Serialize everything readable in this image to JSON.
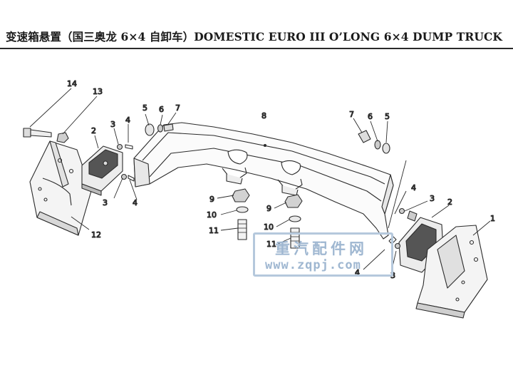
{
  "title": "变速箱悬置（国三奥龙 6×4 自卸车）DOMESTIC EURO III O’LONG 6×4 DUMP TRUCK",
  "watermark": {
    "cn": "重汽配件网",
    "url": "www.zqpj.com"
  },
  "callouts": [
    {
      "id": "c14",
      "text": "14"
    },
    {
      "id": "c13",
      "text": "13"
    },
    {
      "id": "c2a",
      "text": "2"
    },
    {
      "id": "c3a",
      "text": "3"
    },
    {
      "id": "c4a",
      "text": "4"
    },
    {
      "id": "c5a",
      "text": "5"
    },
    {
      "id": "c6a",
      "text": "6"
    },
    {
      "id": "c7a",
      "text": "7"
    },
    {
      "id": "c8",
      "text": "8"
    },
    {
      "id": "c7b",
      "text": "7"
    },
    {
      "id": "c6b",
      "text": "6"
    },
    {
      "id": "c5b",
      "text": "5"
    },
    {
      "id": "c3b",
      "text": "3"
    },
    {
      "id": "c4b",
      "text": "4"
    },
    {
      "id": "c12",
      "text": "12"
    },
    {
      "id": "c9a",
      "text": "9"
    },
    {
      "id": "c10a",
      "text": "10"
    },
    {
      "id": "c11a",
      "text": "11"
    },
    {
      "id": "c9b",
      "text": "9"
    },
    {
      "id": "c10b",
      "text": "10"
    },
    {
      "id": "c11b",
      "text": "11"
    },
    {
      "id": "c4c",
      "text": "4"
    },
    {
      "id": "c3c",
      "text": "3"
    },
    {
      "id": "c2b",
      "text": "2"
    },
    {
      "id": "c1",
      "text": "1"
    },
    {
      "id": "c4d",
      "text": "4"
    },
    {
      "id": "c3d",
      "text": "3"
    }
  ]
}
